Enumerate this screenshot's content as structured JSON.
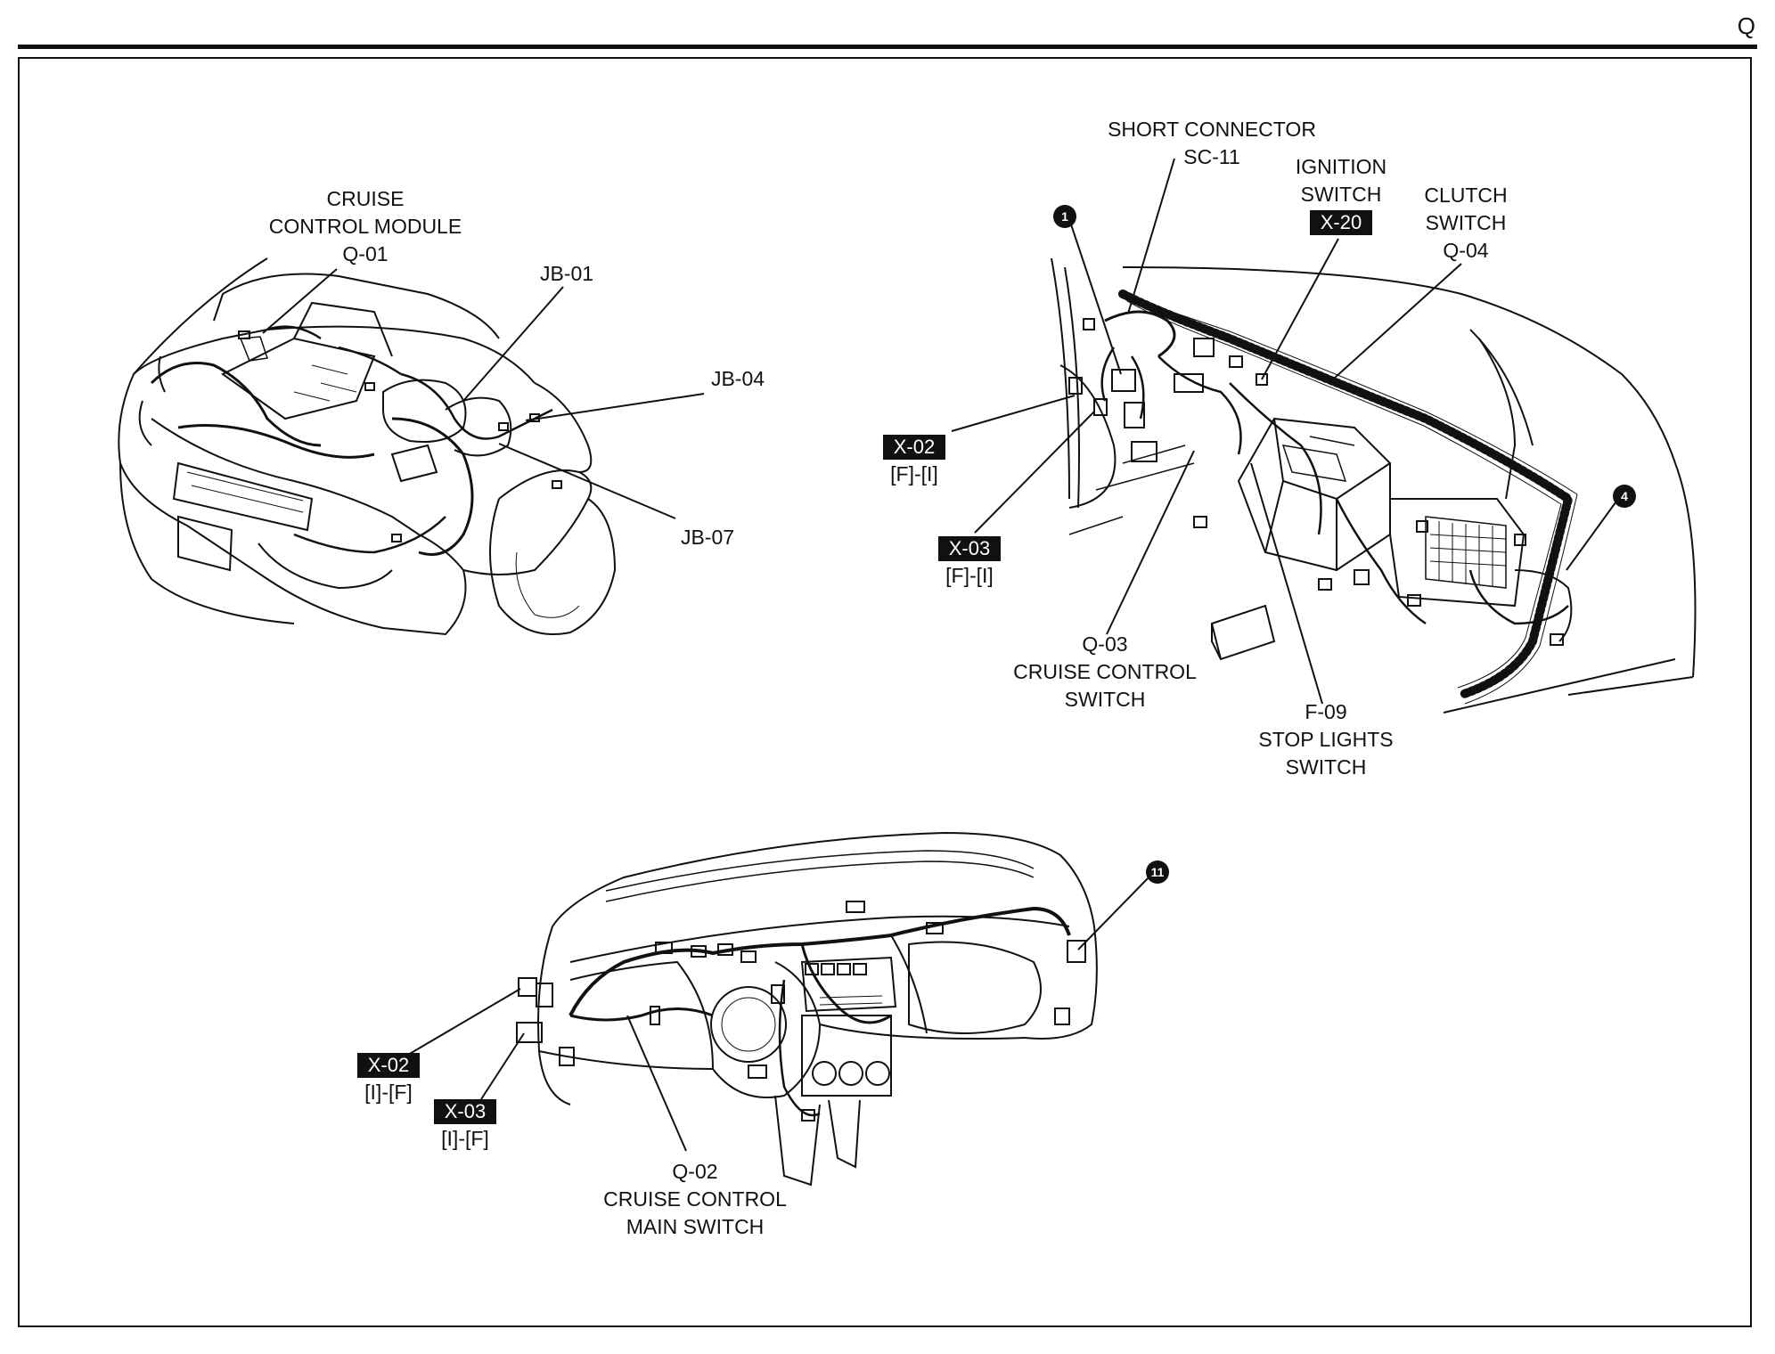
{
  "page": {
    "section_letter": "Q"
  },
  "engine_view": {
    "cruise_module": {
      "line1": "CRUISE",
      "line2": "CONTROL MODULE",
      "line3": "Q-01"
    },
    "jb01": "JB-01",
    "jb04": "JB-04",
    "jb07": "JB-07"
  },
  "pedal_view": {
    "short_connector": {
      "line1": "SHORT CONNECTOR",
      "line2": "SC-11"
    },
    "ignition": {
      "line1": "IGNITION",
      "line2": "SWITCH",
      "tag": "X-20"
    },
    "clutch": {
      "line1": "CLUTCH",
      "line2": "SWITCH",
      "line3": "Q-04"
    },
    "marker1": "1",
    "marker4": "4",
    "x02": {
      "tag": "X-02",
      "sub": "[F]-[I]"
    },
    "x03": {
      "tag": "X-03",
      "sub": "[F]-[I]"
    },
    "q03": {
      "line1": "Q-03",
      "line2": "CRUISE CONTROL",
      "line3": "SWITCH"
    },
    "f09": {
      "line1": "F-09",
      "line2": "STOP LIGHTS",
      "line3": "SWITCH"
    }
  },
  "dash_view": {
    "marker11": "11",
    "x02": {
      "tag": "X-02",
      "sub": "[I]-[F]"
    },
    "x03": {
      "tag": "X-03",
      "sub": "[I]-[F]"
    },
    "q02": {
      "line1": "Q-02",
      "line2": "CRUISE CONTROL",
      "line3": "MAIN SWITCH"
    }
  }
}
